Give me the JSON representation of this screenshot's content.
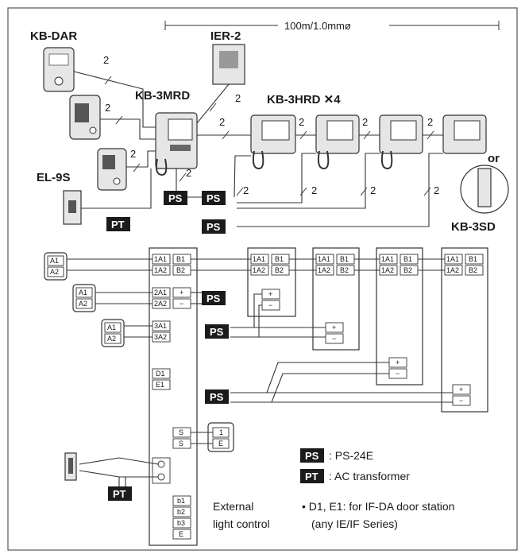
{
  "distance": "100m/1.0mmø",
  "devices": {
    "kb_dar": "KB-DAR",
    "ier_2": "IER-2",
    "kb_3mrd": "KB-3MRD",
    "kb_3hrd": "KB-3HRD ✕4",
    "el_9s": "EL-9S",
    "or": "or",
    "kb_3sd": "KB-3SD"
  },
  "wire_count": "2",
  "badges": {
    "ps": "PS",
    "pt": "PT"
  },
  "terminals": {
    "a1": "A1",
    "a2": "A2",
    "t1a1": "1A1",
    "t1a2": "1A2",
    "b1": "B1",
    "b2": "B2",
    "t2a1": "2A1",
    "t2a2": "2A2",
    "t3a1": "3A1",
    "t3a2": "3A2",
    "plus": "+",
    "minus": "−",
    "d1": "D1",
    "e1": "E1",
    "s": "S",
    "one": "1",
    "e": "E",
    "lb1": "b1",
    "lb2": "b2",
    "lb3": "b3"
  },
  "external_light_control": [
    "External",
    "light control"
  ],
  "legend": {
    "ps_label": "PS",
    "ps_desc": ":  PS-24E",
    "pt_label": "PT",
    "pt_desc": ":  AC transformer",
    "note_line1": "•  D1, E1: for IF-DA door station",
    "note_line2": "(any IE/IF Series)"
  },
  "colors": {
    "ink": "#1a1a1a",
    "badge": "#1b1b1b",
    "device": "#e6e6e6"
  }
}
